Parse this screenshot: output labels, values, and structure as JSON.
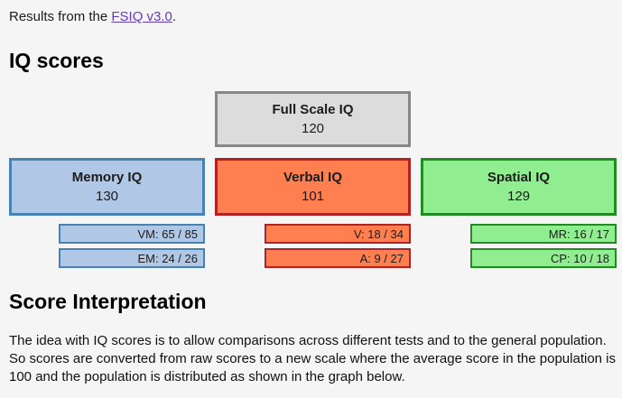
{
  "intro": {
    "prefix": "Results from the ",
    "link_text": "FSIQ v3.0",
    "suffix": ".",
    "link_color": "#673ab7"
  },
  "headings": {
    "iq_scores": "IQ scores",
    "interpretation": "Score Interpretation"
  },
  "full_scale": {
    "label": "Full Scale IQ",
    "score": "120",
    "fill": "#dcdcdc",
    "border": "#888888"
  },
  "domains": [
    {
      "label": "Memory IQ",
      "score": "130",
      "fill": "#b0c7e6",
      "border": "#4682b4",
      "subscores": [
        "VM: 65 / 85",
        "EM: 24 / 26"
      ]
    },
    {
      "label": "Verbal IQ",
      "score": "101",
      "fill": "#ff7f50",
      "border": "#b22222",
      "subscores": [
        "V: 18 / 34",
        "A: 9 / 27"
      ]
    },
    {
      "label": "Spatial IQ",
      "score": "129",
      "fill": "#90ee90",
      "border": "#228b22",
      "subscores": [
        "MR: 16 / 17",
        "CP: 10 / 18"
      ]
    }
  ],
  "interpretation": {
    "paragraph": "The idea with IQ scores is to allow comparisons across different tests and to the general population. So scores are converted from raw scores to a new scale where the average score in the population is 100 and the population is distributed as shown in the graph below."
  },
  "page": {
    "background": "#f5f5f5"
  }
}
